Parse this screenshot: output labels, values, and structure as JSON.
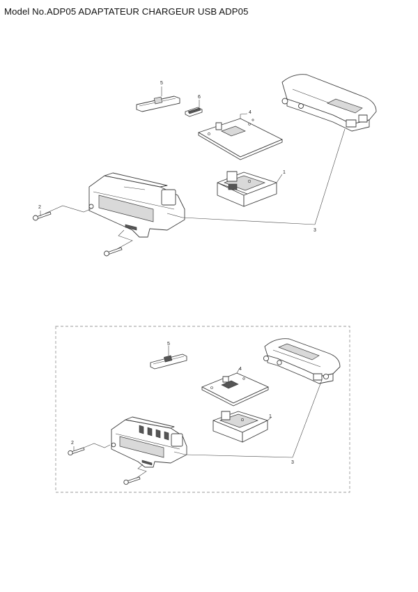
{
  "title": "Model No.ADP05 ADAPTATEUR CHARGEUR USB ADP05",
  "diagrams": [
    {
      "name": "upper-exploded-view",
      "callouts": [
        "1",
        "2",
        "3",
        "4",
        "5",
        "6"
      ]
    },
    {
      "name": "lower-exploded-view",
      "callouts": [
        "1",
        "2",
        "3",
        "4",
        "5"
      ]
    }
  ]
}
